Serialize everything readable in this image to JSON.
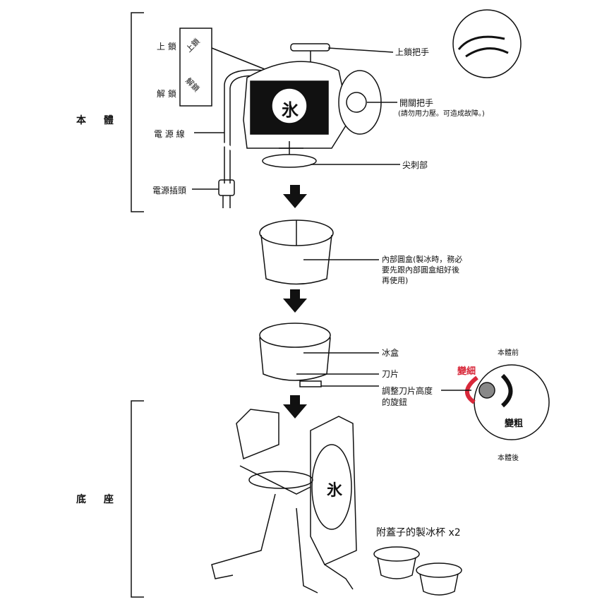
{
  "sections": {
    "body": "本 體",
    "base": "底 座"
  },
  "lock_labels": {
    "lock": "上 鎖",
    "unlock": "解 鎖",
    "lock_tag": "上鎖",
    "unlock_tag": "解鎖"
  },
  "left_labels": {
    "power_cord": "電 源 線",
    "power_plug": "電源插頭"
  },
  "callouts": {
    "lock_handle": "上鎖把手",
    "switch_handle": "開關把手",
    "switch_note": "(請勿用力壓。可造成故障。)",
    "spike": "尖刺部",
    "inner_box_1": "內部圓盒(製冰時，務必",
    "inner_box_2": "要先跟內部圓盒組好後",
    "inner_box_3": "再使用)",
    "ice_box": "冰盒",
    "blade": "刀片",
    "knob_1": "調整刀片高度",
    "knob_2": "的旋鈕",
    "cups": "附蓋子的製冰杯 x2"
  },
  "detail": {
    "front": "本體前",
    "back": "本體後",
    "finer": "變細",
    "coarser": "變粗",
    "finer_color": "#d8283a"
  },
  "logo_char": "氷"
}
